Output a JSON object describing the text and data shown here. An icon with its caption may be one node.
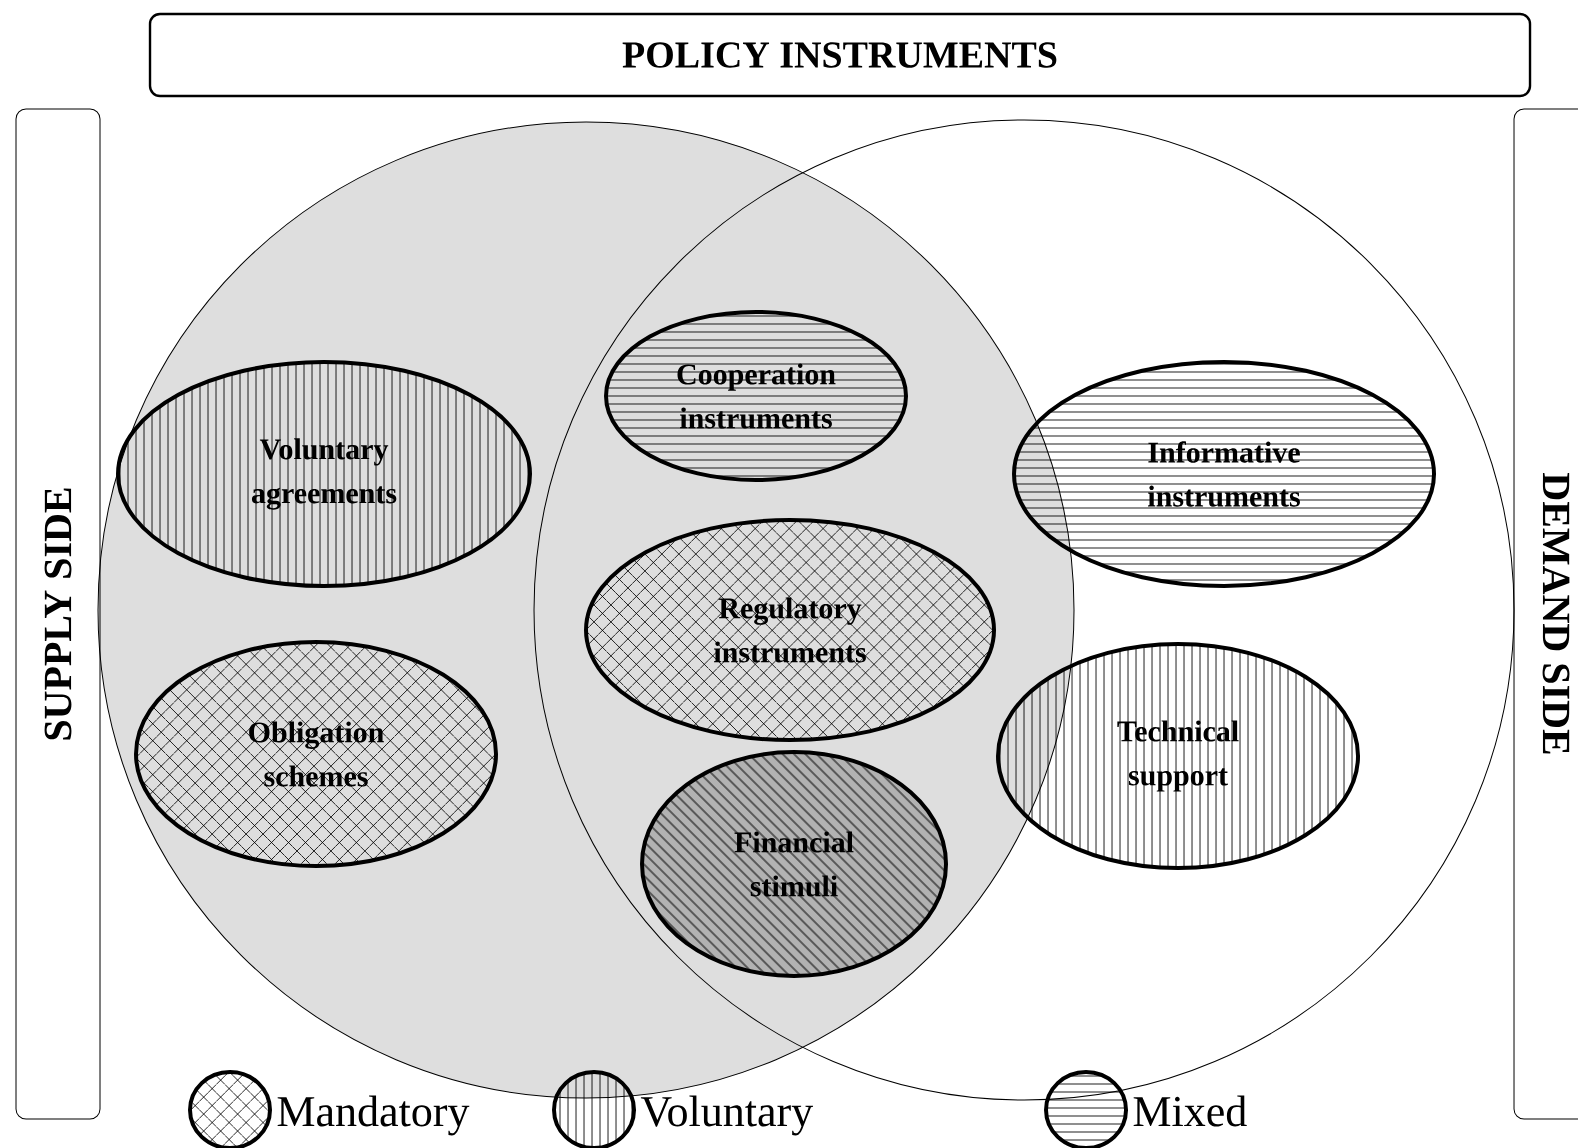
{
  "diagram": {
    "nodes": [
      {
        "text": [
          "POLICY INSTRUMENTS"
        ]
      },
      {
        "text": [
          "SUPPLY SIDE"
        ]
      },
      {
        "text": [
          "DEMAND SIDE"
        ]
      },
      {
        "text": [],
        "shape": "circle"
      },
      {
        "text": [],
        "shape": "circle"
      },
      {
        "text": [
          "Cooperation instruments"
        ]
      },
      {
        "text": [
          "Voluntary agreements"
        ],
        "in": 3
      },
      {
        "text": [
          "Informative instruments"
        ],
        "in": 4
      },
      {
        "text": [
          "Regulatory instruments"
        ]
      },
      {
        "text": [
          "Obligation schemes"
        ],
        "in": 3
      },
      {
        "text": [
          "Technical support"
        ],
        "in": 4
      },
      {
        "text": [
          "Financial stimuli"
        ]
      }
    ],
    "legend": [
      {
        "text": "Mandatory"
      },
      {
        "text": "Voluntary"
      },
      {
        "text": "Mixed"
      }
    ]
  }
}
